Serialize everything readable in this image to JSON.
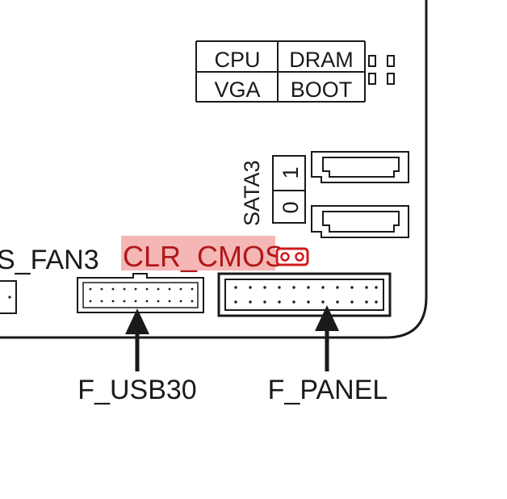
{
  "colors": {
    "line": "#1a1a1a",
    "highlight": "#f5b6b6",
    "highlight_text": "#b01818",
    "jumper": "#d21a1a",
    "background": "#ffffff"
  },
  "led_table": {
    "cells": [
      "CPU",
      "DRAM",
      "VGA",
      "BOOT"
    ]
  },
  "sata": {
    "label": "SATA3",
    "port_numbers": [
      "1",
      "0"
    ]
  },
  "labels": {
    "sys_fan": "S_FAN3",
    "clr_cmos": "CLR_CMOS",
    "f_usb30": "F_USB30",
    "f_panel": "F_PANEL"
  },
  "icons": {
    "arrow": "up-arrow-icon",
    "jumper": "two-pin-jumper-icon"
  }
}
